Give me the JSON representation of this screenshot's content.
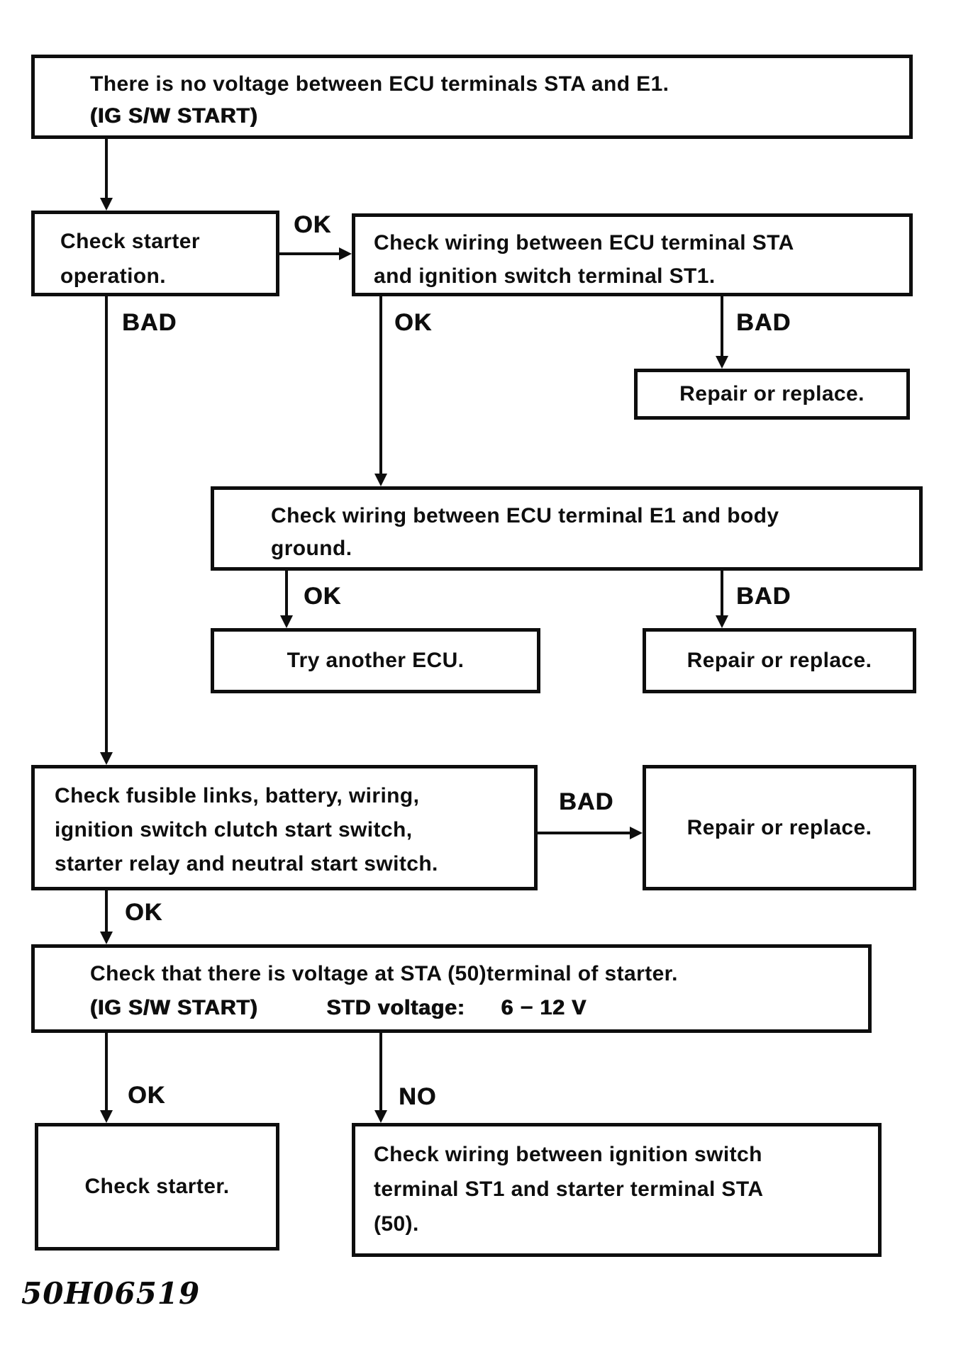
{
  "colors": {
    "ink": "#0e0e0e",
    "paper": "#ffffff"
  },
  "footer": {
    "code": "50H06519"
  },
  "nodes": {
    "start": {
      "lines": [
        "There is no voltage between ECU terminals STA and E1.",
        "(IG S/W START)"
      ]
    },
    "check_starter_operation": {
      "lines": [
        "Check starter",
        "operation."
      ]
    },
    "check_wiring_sta_st1": {
      "lines": [
        "Check wiring between ECU terminal STA",
        "and ignition switch terminal ST1."
      ]
    },
    "repair1": {
      "text": "Repair or replace."
    },
    "check_wiring_e1_ground": {
      "lines": [
        "Check wiring between ECU terminal E1 and body",
        "ground."
      ]
    },
    "try_another_ecu": {
      "text": "Try another ECU."
    },
    "repair2": {
      "text": "Repair or replace."
    },
    "check_fusible_links": {
      "lines": [
        "Check fusible links, battery, wiring,",
        "ignition switch clutch start switch,",
        "starter relay and neutral start switch."
      ]
    },
    "repair3": {
      "text": "Repair or replace."
    },
    "check_voltage_sta50": {
      "line1": "Check that there is voltage at STA (50)terminal of starter.",
      "line2_prefix": "(IG S/W START)",
      "line2_label": "STD voltage:",
      "line2_value": "6 − 12 V"
    },
    "check_starter": {
      "text": "Check starter."
    },
    "check_wiring_st1_sta50": {
      "lines": [
        "Check wiring between ignition switch",
        "terminal ST1 and starter terminal STA",
        "(50)."
      ]
    }
  },
  "edges": {
    "ok1": "OK",
    "bad1": "BAD",
    "ok2": "OK",
    "bad2": "BAD",
    "ok3": "OK",
    "bad3": "BAD",
    "bad4": "BAD",
    "ok4": "OK",
    "ok5": "OK",
    "no1": "NO"
  }
}
